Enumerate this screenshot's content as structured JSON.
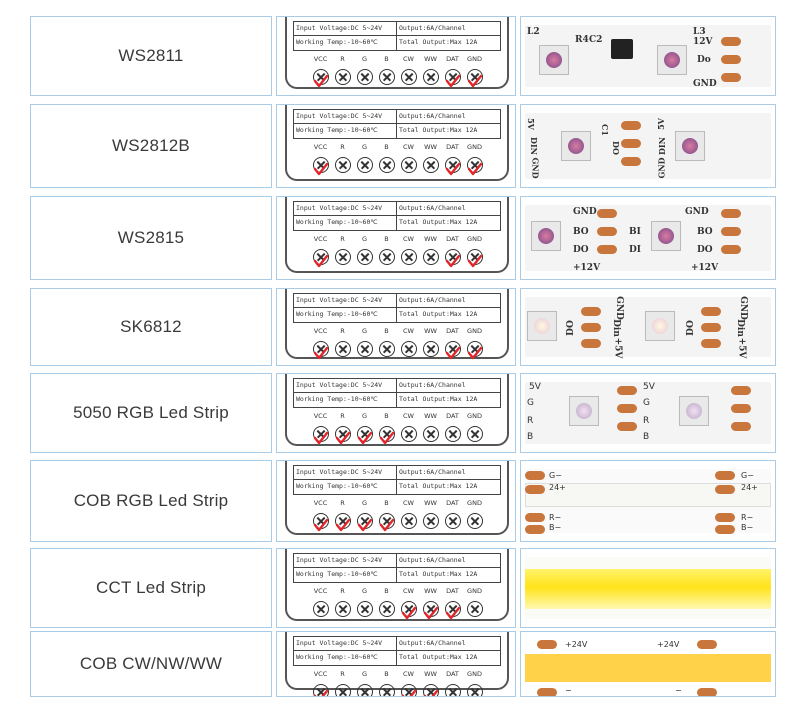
{
  "spec": {
    "input_voltage": "Input Voltage:DC 5~24V",
    "output": "Output:6A/Channel",
    "working_temp": "Working  Temp:-10~60℃",
    "total_output": "Total Output:Max 12A"
  },
  "terminals": [
    "VCC",
    "R",
    "G",
    "B",
    "CW",
    "WW",
    "DAT",
    "GND"
  ],
  "rows": [
    {
      "name": "WS2811",
      "checked": [
        1,
        0,
        0,
        0,
        0,
        0,
        1,
        1
      ],
      "strip": "ws2811",
      "labels": {
        "l2": "L2",
        "r4": "R4",
        "c2": "C2",
        "l3": "L3",
        "v12": "12V",
        "do": "Do",
        "gnd": "GND"
      }
    },
    {
      "name": "WS2812B",
      "checked": [
        1,
        0,
        0,
        0,
        0,
        0,
        1,
        1
      ],
      "strip": "ws2812b",
      "labels": {
        "v5": "5V",
        "din": "DIN",
        "gnd": "GND",
        "c1": "C1",
        "do": "DO"
      }
    },
    {
      "name": "WS2815",
      "checked": [
        1,
        0,
        0,
        0,
        0,
        0,
        1,
        1
      ],
      "strip": "ws2815",
      "labels": {
        "gnd": "GND",
        "bo": "BO",
        "do": "DO",
        "v12": "+12V",
        "bi": "BI",
        "di": "DI"
      }
    },
    {
      "name": "SK6812",
      "checked": [
        1,
        0,
        0,
        0,
        0,
        0,
        1,
        1
      ],
      "strip": "sk6812",
      "labels": {
        "gnd": "GND",
        "do": "DO",
        "din": "Din",
        "v5": "+5V"
      }
    },
    {
      "name": "5050 RGB Led Strip",
      "checked": [
        1,
        1,
        1,
        1,
        0,
        0,
        0,
        0
      ],
      "strip": "rgb5050",
      "labels": {
        "v5": "5V",
        "g": "G",
        "r": "R",
        "b": "B"
      }
    },
    {
      "name": "COB RGB Led Strip",
      "checked": [
        1,
        1,
        1,
        1,
        0,
        0,
        0,
        0
      ],
      "strip": "cobrgb",
      "labels": {
        "g": "G−",
        "v24": "24+",
        "r": "R−",
        "b": "B−"
      }
    },
    {
      "name": "CCT Led Strip",
      "checked": [
        0,
        0,
        0,
        0,
        1,
        1,
        1,
        0
      ],
      "strip": "cct",
      "labels": {}
    },
    {
      "name": "COB CW/NW/WW",
      "checked": [
        1,
        0,
        0,
        0,
        1,
        1,
        0,
        0
      ],
      "strip": "cobww",
      "labels": {
        "v24": "+24V",
        "minus": "−"
      }
    }
  ],
  "colors": {
    "border": "#a9cbe6",
    "check": "#e0262a",
    "pad": "#c9763c"
  },
  "icons": {
    "check": "red-checkmark-icon",
    "screw": "screw-terminal-icon"
  }
}
